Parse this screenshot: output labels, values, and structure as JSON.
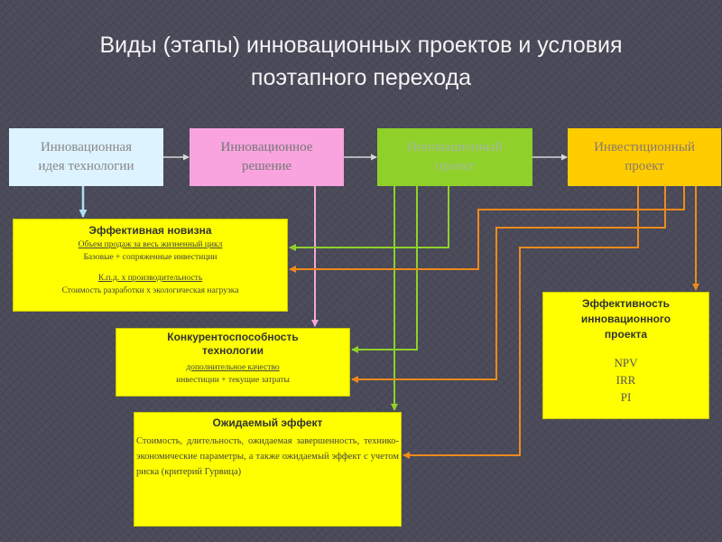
{
  "title": {
    "line1": "Виды (этапы) инновационных проектов и условия",
    "line2": "поэтапного перехода"
  },
  "stages": [
    {
      "line1": "Инновационная",
      "line2": "идея технологии"
    },
    {
      "line1": "Инновационное",
      "line2": "решение"
    },
    {
      "line1": "Инновационный",
      "line2": "проект"
    },
    {
      "line1": "Инвестиционный",
      "line2": "проект"
    }
  ],
  "novelty": {
    "heading": "Эффективная новизна",
    "lines": [
      "Объем продаж за весь жизненный цикл",
      "Базовые + сопряженные инвестиции",
      "К.п.д. х производительность",
      "Стоимость разработки х экологическая нагрузка"
    ]
  },
  "competitiveness": {
    "heading_line1": "Конкурентоспособность",
    "heading_line2": "технологии",
    "lines": [
      "дополнительное качество",
      "инвестиции + текущие затраты"
    ]
  },
  "expected_effect": {
    "heading": "Ожидаемый эффект",
    "text": "Стоимость, длительность, ожидаемая завершенность, технико-экономические параметры, а также ожидаемый эффект с учетом риска (критерий Гурвица)"
  },
  "efficiency": {
    "heading_line1": "Эффективность",
    "heading_line2": "инновационного",
    "heading_line3": "проекта",
    "metrics": [
      "NPV",
      "IRR",
      "PI"
    ]
  },
  "colors": {
    "background": "#4a4a58",
    "stage1": "#ddf3ff",
    "stage2": "#f9a4de",
    "stage3": "#8fd12a",
    "stage4": "#ffcc00",
    "condition_box": "#ffff00",
    "green_arrow": "#8fd12a",
    "orange_arrow": "#f08a1c",
    "pink_arrow": "#f9a4de",
    "blue_arrow": "#aee0f5",
    "flow_arrow": "#d8d8d8"
  }
}
